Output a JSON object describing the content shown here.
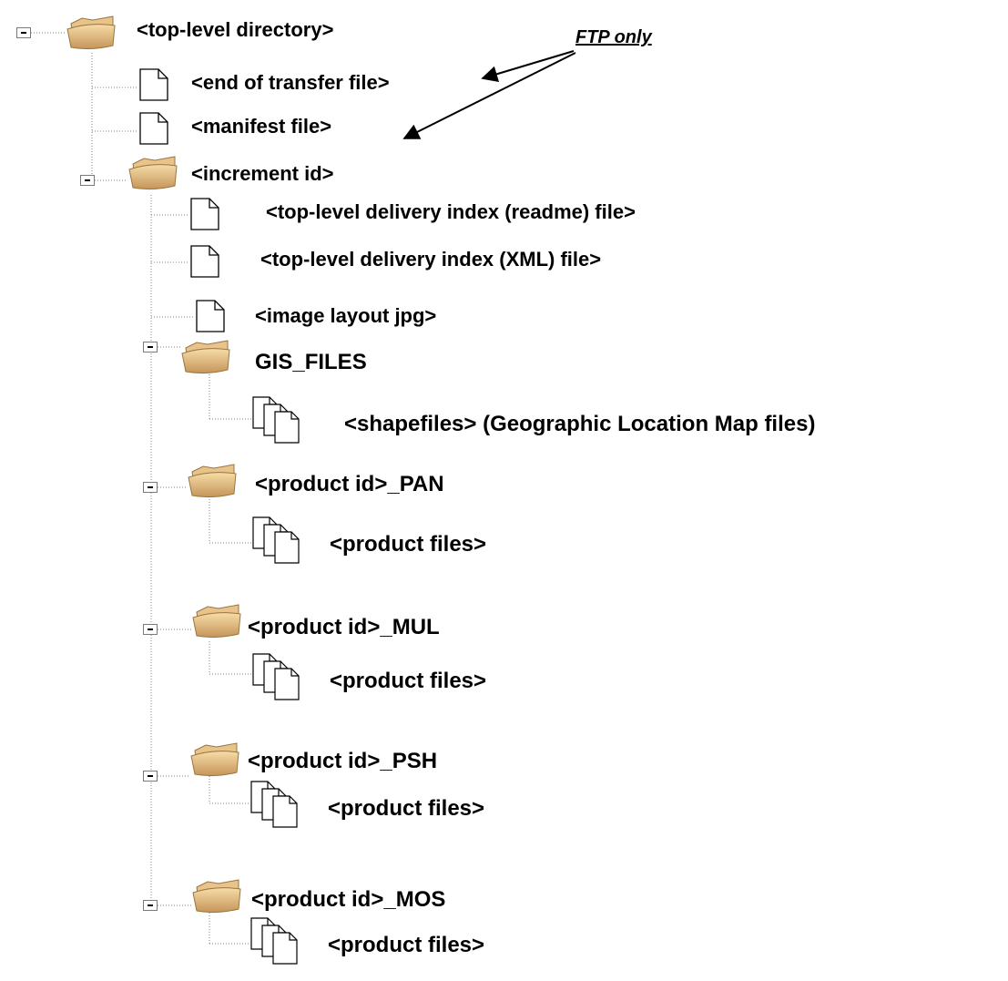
{
  "tree": {
    "root": {
      "label": "<top-level directory>",
      "type": "folder",
      "children": [
        {
          "label": "<end of transfer file>",
          "type": "file"
        },
        {
          "label": "<manifest file>",
          "type": "file"
        },
        {
          "label": "<increment id>",
          "type": "folder",
          "children": [
            {
              "label": "<top-level delivery index (readme) file>",
              "type": "file"
            },
            {
              "label": "<top-level delivery index (XML) file>",
              "type": "file"
            },
            {
              "label": "<image layout jpg>",
              "type": "file"
            },
            {
              "label": "GIS_FILES",
              "type": "folder",
              "children": [
                {
                  "label": "<shapefiles> (Geographic Location Map files)",
                  "type": "files"
                }
              ]
            },
            {
              "label": "<product id>_PAN",
              "type": "folder",
              "children": [
                {
                  "label": "<product files>",
                  "type": "files"
                }
              ]
            },
            {
              "label": "<product id>_MUL",
              "type": "folder",
              "children": [
                {
                  "label": "<product files>",
                  "type": "files"
                }
              ]
            },
            {
              "label": "<product id>_PSH",
              "type": "folder",
              "children": [
                {
                  "label": "<product files>",
                  "type": "files"
                }
              ]
            },
            {
              "label": "<product id>_MOS",
              "type": "folder",
              "children": [
                {
                  "label": "<product files>",
                  "type": "files"
                }
              ]
            }
          ]
        }
      ]
    }
  },
  "annotation": {
    "label": "FTP only"
  },
  "icons": {
    "folder": "folder-icon",
    "file": "file-icon",
    "files": "multi-file-icon",
    "expander": "collapse-box-icon"
  },
  "colors": {
    "folder_light": "#f7dca7",
    "folder_dark": "#c4955a",
    "connector": "#808080",
    "text": "#000000"
  }
}
